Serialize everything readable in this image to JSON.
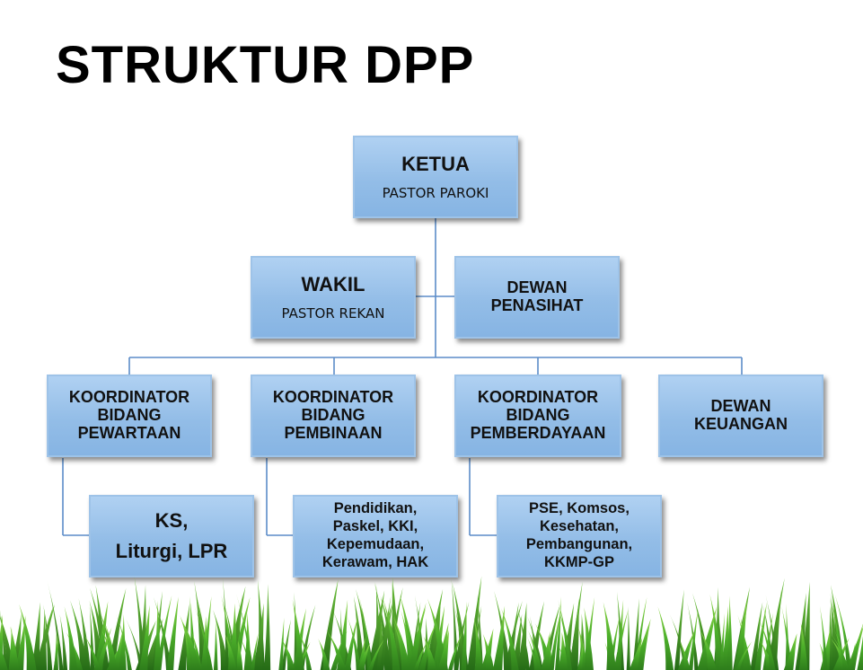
{
  "title": "STRUKTUR DPP",
  "org_chart": {
    "ketua": {
      "title": "KETUA",
      "subtitle": "PASTOR PAROKI"
    },
    "wakil": {
      "title": "WAKIL",
      "subtitle": "PASTOR REKAN"
    },
    "dewan_penasihat": {
      "label": "DEWAN\nPENASIHAT"
    },
    "koordinator_pewartaan": {
      "label": "KOORDINATOR\nBIDANG\nPEWARTAAN"
    },
    "koordinator_pembinaan": {
      "label": "KOORDINATOR\nBIDANG\nPEMBINAAN"
    },
    "koordinator_pemberdayaan": {
      "label": "KOORDINATOR\nBIDANG\nPEMBERDAYAAN"
    },
    "dewan_keuangan": {
      "label": "DEWAN\nKEUANGAN"
    },
    "sub_pewartaan": {
      "label": "KS,\nLiturgi, LPR"
    },
    "sub_pembinaan": {
      "label": "Pendidikan,\nPaskel, KKI,\nKepemudaan,\nKerawam, HAK"
    },
    "sub_pemberdayaan": {
      "label": "PSE, Komsos,\nKesehatan,\nPembangunan,\nKKMP-GP"
    }
  },
  "colors": {
    "box_fill": "#93bde7",
    "box_border": "#9ec3e8",
    "connector": "#5b8cc8",
    "grass": "#4caf2a"
  }
}
